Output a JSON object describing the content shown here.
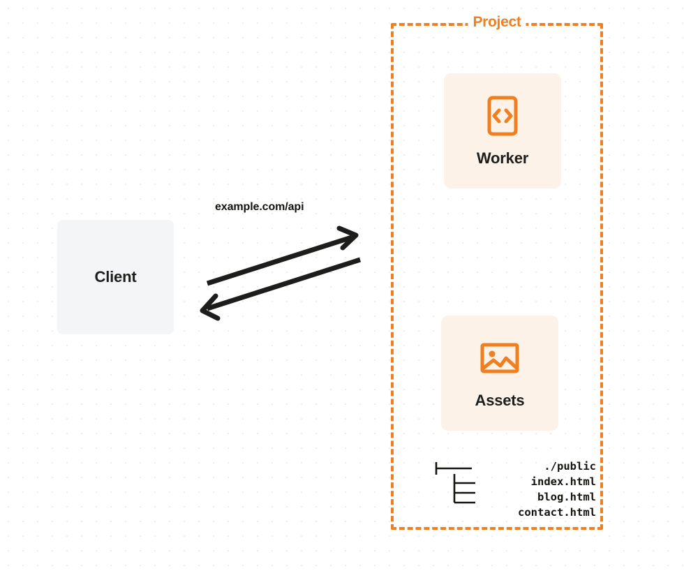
{
  "diagram": {
    "title": "Client to Project Worker and Assets request flow",
    "background": "dot-grid",
    "colors": {
      "accent_orange": "#ef8022",
      "card_cream": "#fdf2e7",
      "client_gray": "#f4f5f7",
      "text_dark": "#1d1d1b",
      "arrow_black": "#1d1d1b",
      "dot_grid": "#ececec"
    }
  },
  "client": {
    "label": "Client"
  },
  "connection": {
    "label": "example.com/api",
    "request_arrow_name": "request-arrow-to-project",
    "response_arrow_name": "response-arrow-to-client"
  },
  "project": {
    "title": "Project",
    "border_style": "dashed",
    "services": [
      {
        "label": "Worker",
        "icon": "code-brackets-icon"
      },
      {
        "label": "Assets",
        "icon": "image-photo-icon"
      }
    ]
  },
  "file_tree": {
    "root": "./public",
    "files": [
      "index.html",
      "blog.html",
      "contact.html"
    ]
  }
}
